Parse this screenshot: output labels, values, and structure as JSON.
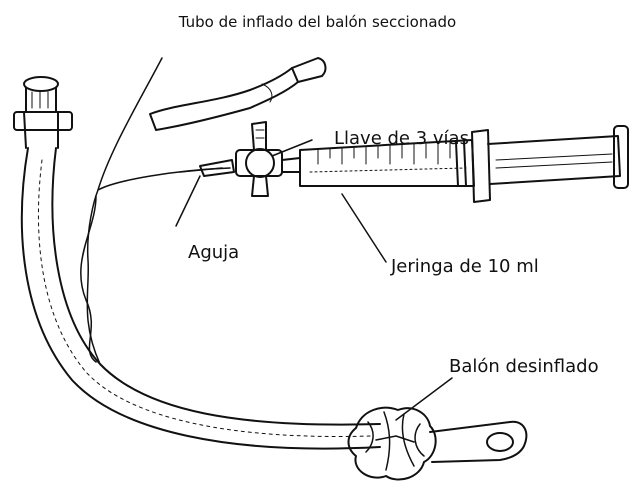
{
  "title": "Tubo de inflado del balón seccionado",
  "labels": {
    "stopcock": "Llave de 3 vías",
    "needle": "Aguja",
    "syringe": "Jeringa de 10 ml",
    "cuff": "Balón desinflado"
  },
  "colors": {
    "ink": "#111111",
    "background": "#ffffff"
  }
}
